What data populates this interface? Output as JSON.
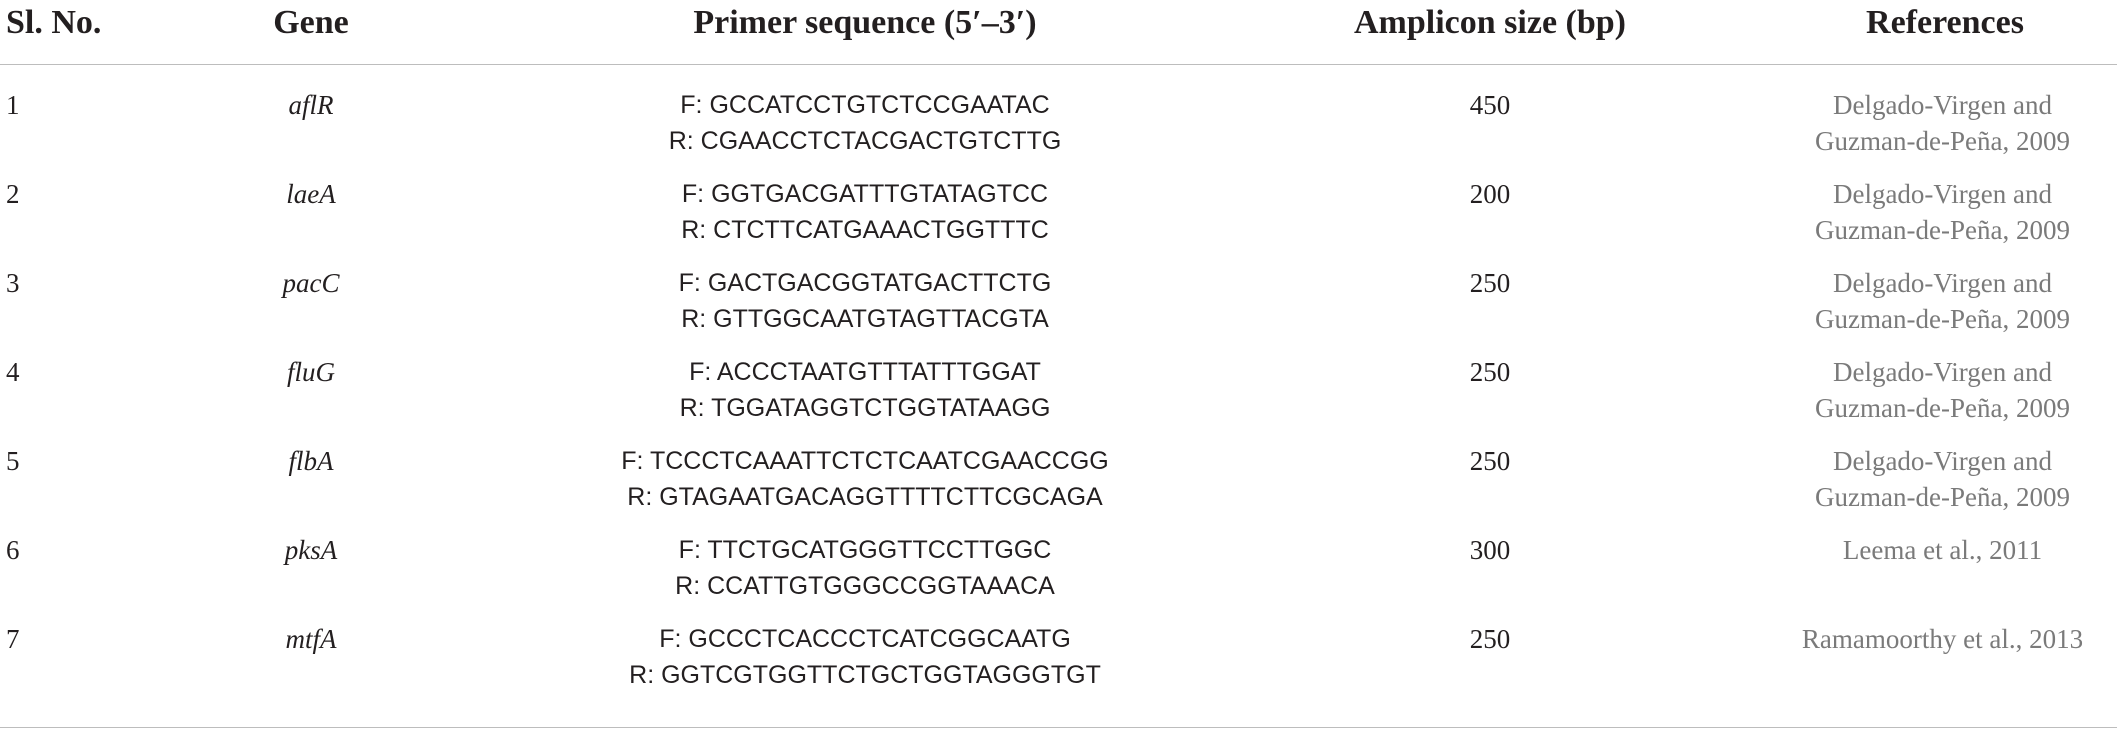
{
  "table": {
    "headers": {
      "sl_no": "Sl. No.",
      "gene": "Gene",
      "primer": "Primer sequence (5′–3′)",
      "amplicon": "Amplicon size (bp)",
      "references": "References"
    },
    "rows": [
      {
        "sl_no": "1",
        "gene": "aflR",
        "forward": "F: GCCATCCTGTCTCCGAATAC",
        "reverse": "R: CGAACCTCTACGACTGTCTTG",
        "amplicon": "450",
        "ref_line1": "Delgado-Virgen and",
        "ref_line2": "Guzman-de-Peña, 2009"
      },
      {
        "sl_no": "2",
        "gene": "laeA",
        "forward": "F: GGTGACGATTTGTATAGTCC",
        "reverse": "R: CTCTTCATGAAACTGGTTTC",
        "amplicon": "200",
        "ref_line1": "Delgado-Virgen and",
        "ref_line2": "Guzman-de-Peña, 2009"
      },
      {
        "sl_no": "3",
        "gene": "pacC",
        "forward": "F: GACTGACGGTATGACTTCTG",
        "reverse": "R: GTTGGCAATGTAGTTACGTA",
        "amplicon": "250",
        "ref_line1": "Delgado-Virgen and",
        "ref_line2": "Guzman-de-Peña, 2009"
      },
      {
        "sl_no": "4",
        "gene": "fluG",
        "forward": "F: ACCCTAATGTTTATTTGGAT",
        "reverse": "R: TGGATAGGTCTGGTATAAGG",
        "amplicon": "250",
        "ref_line1": "Delgado-Virgen and",
        "ref_line2": "Guzman-de-Peña, 2009"
      },
      {
        "sl_no": "5",
        "gene": "flbA",
        "forward": "F: TCCCTCAAATTCTCTCAATCGAACCGG",
        "reverse": "R: GTAGAATGACAGGTTTTCTTCGCAGA",
        "amplicon": "250",
        "ref_line1": "Delgado-Virgen and",
        "ref_line2": "Guzman-de-Peña, 2009"
      },
      {
        "sl_no": "6",
        "gene": "pksA",
        "forward": "F: TTCTGCATGGGTTCCTTGGC",
        "reverse": "R: CCATTGTGGGCCGGTAAACA",
        "amplicon": "300",
        "ref_line1": "Leema et al., 2011",
        "ref_line2": ""
      },
      {
        "sl_no": "7",
        "gene": "mtfA",
        "forward": "F: GCCCTCACCCTCATCGGCAATG",
        "reverse": "R: GGTCGTGGTTCTGCTGGTAGGGTGT",
        "amplicon": "250",
        "ref_line1": "Ramamoorthy et al., 2013",
        "ref_line2": ""
      }
    ]
  }
}
